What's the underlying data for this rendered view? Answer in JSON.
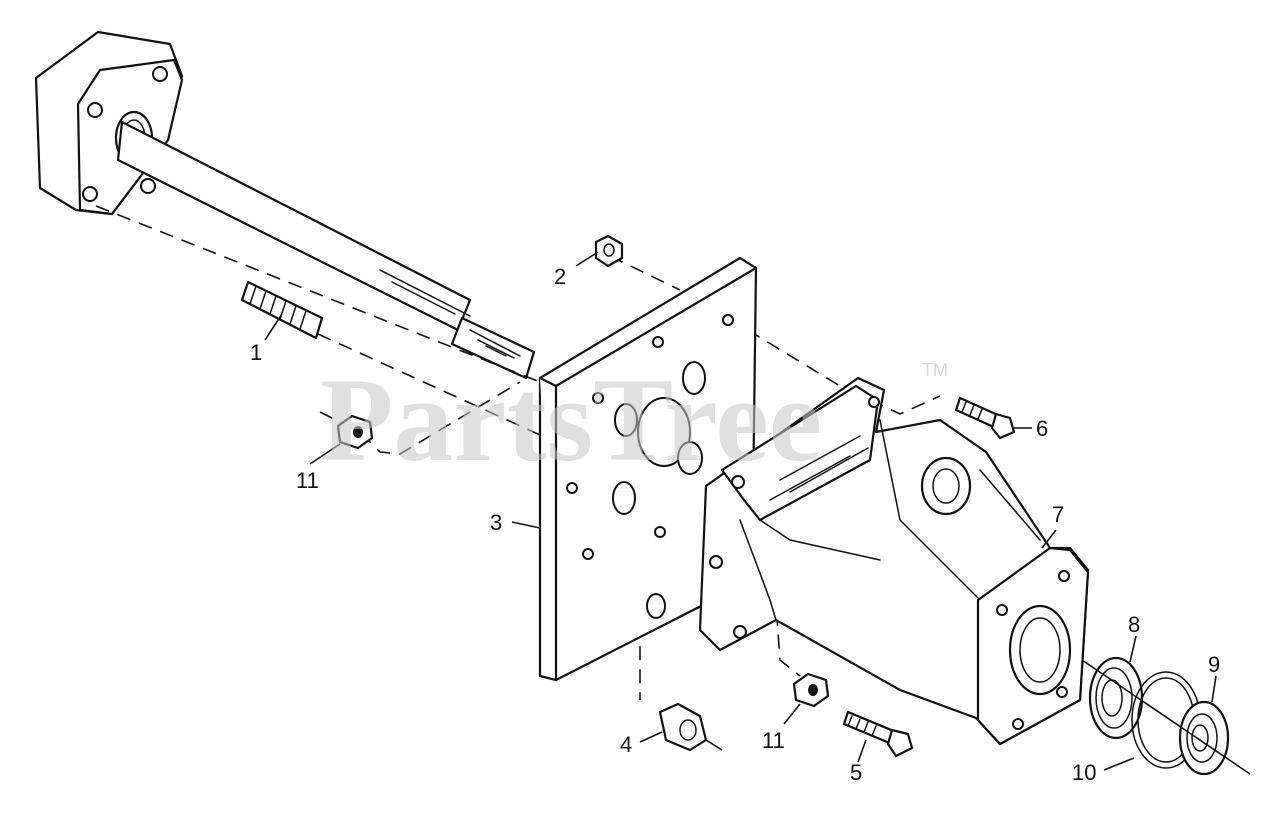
{
  "watermark": {
    "text": "PartsTree",
    "trademark": "TM"
  },
  "callouts": [
    "1",
    "2",
    "3",
    "4",
    "5",
    "6",
    "7",
    "8",
    "9",
    "10",
    "11",
    "11"
  ]
}
